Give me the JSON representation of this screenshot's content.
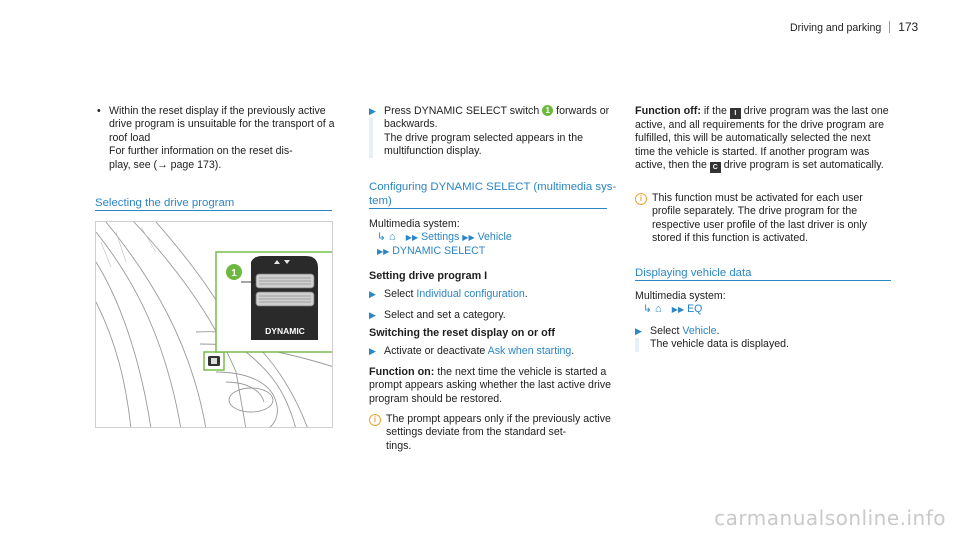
{
  "header": {
    "section": "Driving and parking",
    "page": "173"
  },
  "left": {
    "bullet": "Within the reset display if the previously active drive program is unsuitable for the transport of a roof load",
    "note": "For further information on the reset dis-\nplay, see (→ page 173).",
    "heading": "Selecting the drive program",
    "figure": {
      "callout": "1",
      "label": "DYNAMIC"
    }
  },
  "middle": {
    "step_intro_a": "Press DYNAMIC SELECT switch",
    "step_badge": "1",
    "step_intro_b": "forwards or backwards.",
    "step_intro_c": "The drive program selected appears in the multifunction display.",
    "heading": "Configuring DYNAMIC SELECT (multimedia sys-\ntem)",
    "multimedia_label": "Multimedia system:",
    "path1": [
      "Settings",
      "Vehicle"
    ],
    "path2": "DYNAMIC SELECT",
    "sub1": "Setting drive program I",
    "step1_pre": "Select",
    "step1_link": "Individual configuration",
    "step2": "Select and set a category.",
    "sub2": "Switching the reset display on or off",
    "step3_pre": "Activate or deactivate",
    "step3_link": "Ask when starting",
    "fon_label": "Function on:",
    "fon_text": "the next time the vehicle is started a prompt appears asking whether the last active drive program should be restored.",
    "info": "The prompt appears only if the previously active settings deviate from the standard set-\ntings."
  },
  "right": {
    "foff_label": "Function off:",
    "foff_a": "if the",
    "foff_icon": "I",
    "foff_b": "drive program was the last one active, and all requirements for the drive program are fulfilled, this will be automatically selected the next time the vehicle is started. If another program was active, then the",
    "foff_icon2": "C",
    "foff_c": "drive program is set automatically.",
    "info": "This function must be activated for each user profile separately. The drive program for the respective user profile of the last driver is only stored if this function is activated.",
    "heading": "Displaying vehicle data",
    "multimedia_label": "Multimedia system:",
    "path": "EQ",
    "step_pre": "Select",
    "step_link": "Vehicle",
    "step_result": "The vehicle data is displayed."
  },
  "watermark": "carmanualsonline.info"
}
